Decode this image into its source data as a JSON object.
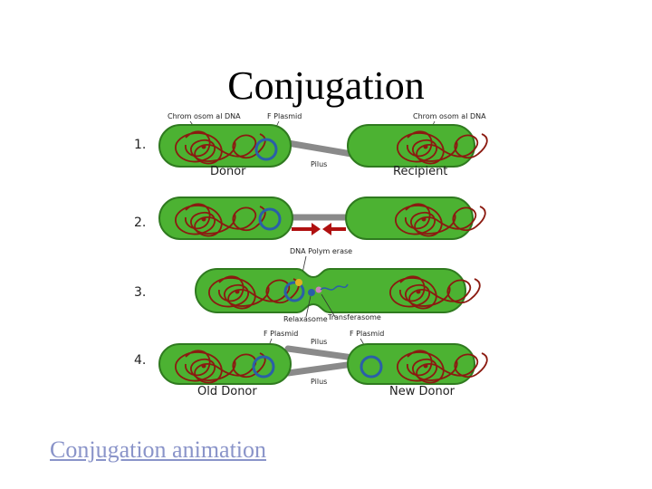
{
  "title": "Conjugation",
  "link_text": "Conjugation animation",
  "colors": {
    "cell_fill": "#4cb232",
    "cell_stroke": "#2f7a1f",
    "chromosome": "#8b1a10",
    "plasmid": "#2a5fa8",
    "pilus": "#8a8a8a",
    "arrow": "#b01010"
  },
  "labels": {
    "chromosomal_dna_left": "Chrom osom al DNA",
    "f_plasmid_top": "F Plasmid",
    "chromosomal_dna_right": "Chrom osom al DNA",
    "donor": "Donor",
    "recipient": "Recipient",
    "pilus_1": "Pilus",
    "dna_polymerase": "DNA Polym erase",
    "relaxasome": "Relaxasome",
    "transferasome": "Transferasome",
    "f_plasmid_4_left": "F Plasmid",
    "f_plasmid_4_right": "F Plasmid",
    "pilus_4_top": "Pilus",
    "pilus_4_bottom": "Pilus",
    "old_donor": "Old Donor",
    "new_donor": "New Donor"
  },
  "steps": [
    "1.",
    "2.",
    "3.",
    "4."
  ]
}
